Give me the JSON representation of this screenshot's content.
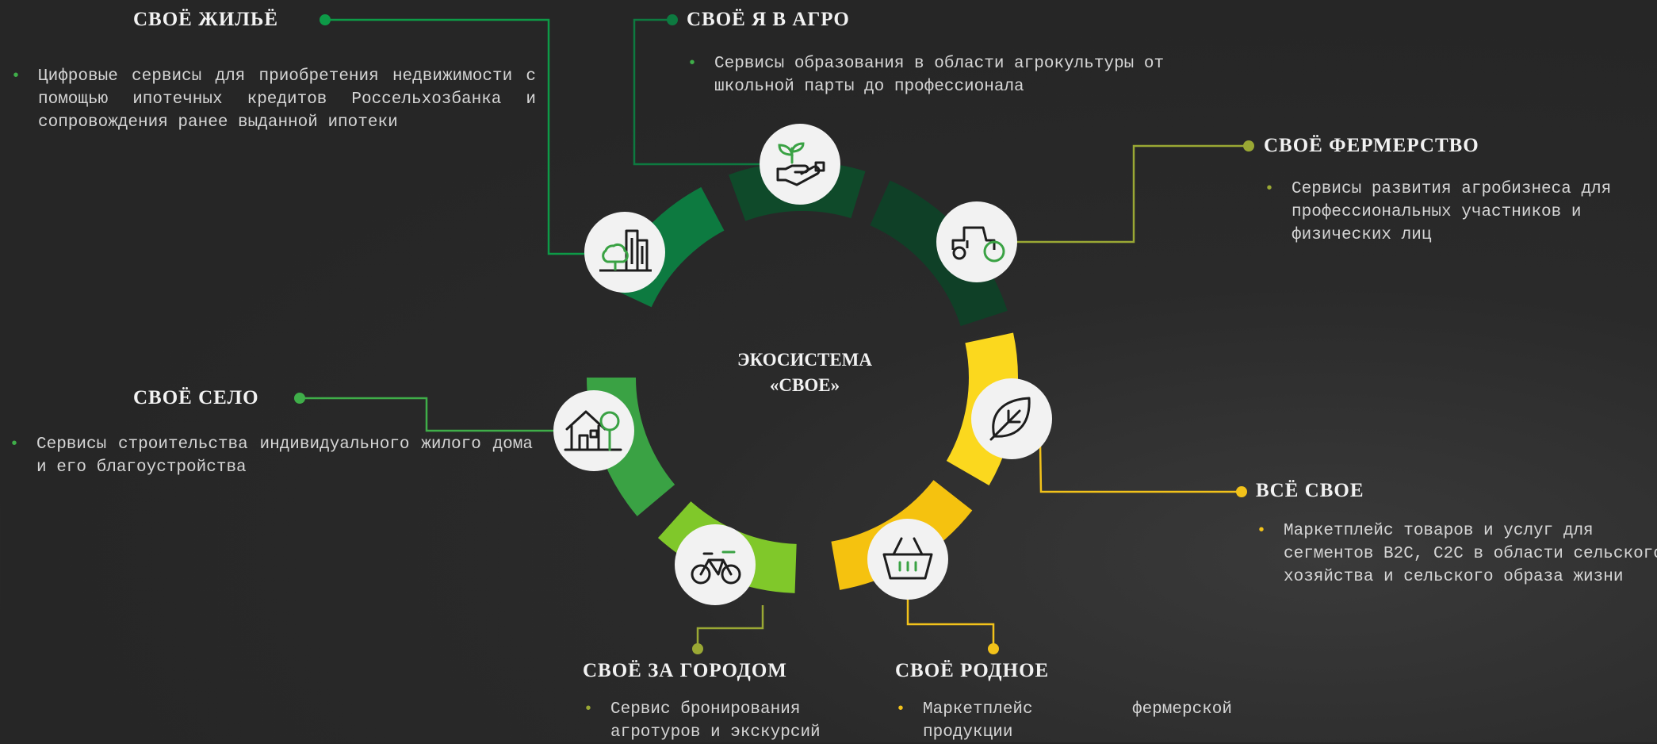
{
  "center": {
    "line1": "ЭКОСИСТЕМА",
    "line2": "«СВОЕ»"
  },
  "colors": {
    "dark_green": "#0f4a2a",
    "green": "#0d7a40",
    "light_green": "#3aa244",
    "lime": "#7ec72a",
    "yellow": "#f5c70f",
    "bright_yellow": "#fbd81e",
    "olive": "#9aa834"
  },
  "sections": [
    {
      "title": "СВОЁ ЖИЛЬЁ",
      "icon": "city-icon",
      "desc": "Цифровые сервисы для приобретения недвижимости с помощью ипотечных кредитов Россельхозбанка и сопровождения ранее выданной ипотеки"
    },
    {
      "title": "СВОЁ Я В АГРО",
      "icon": "hand-sprout-icon",
      "desc": "Сервисы образования в области агрокультуры от школьной парты до профессионала"
    },
    {
      "title": "СВОЁ ФЕРМЕРСТВО",
      "icon": "tractor-icon",
      "desc": "Сервисы развития агробизнеса для профессиональных участников и физических лиц"
    },
    {
      "title": "ВСЁ СВОЕ",
      "icon": "leaf-icon",
      "desc": "Маркетплейс товаров и услуг для сегментов B2C, C2C в области сельского хозяйства и сельского образа жизни"
    },
    {
      "title": "СВОЁ РОДНОЕ",
      "icon": "basket-icon",
      "desc": "Маркетплейс фермерской продукции"
    },
    {
      "title": "СВОЁ ЗА ГОРОДОМ",
      "icon": "bicycle-icon",
      "desc": "Сервис бронирования агротуров и экскурсий"
    },
    {
      "title": "СВОЁ СЕЛО",
      "icon": "house-tree-icon",
      "desc": "Сервисы строительства индивидуального жилого дома и его благоустройства"
    }
  ]
}
